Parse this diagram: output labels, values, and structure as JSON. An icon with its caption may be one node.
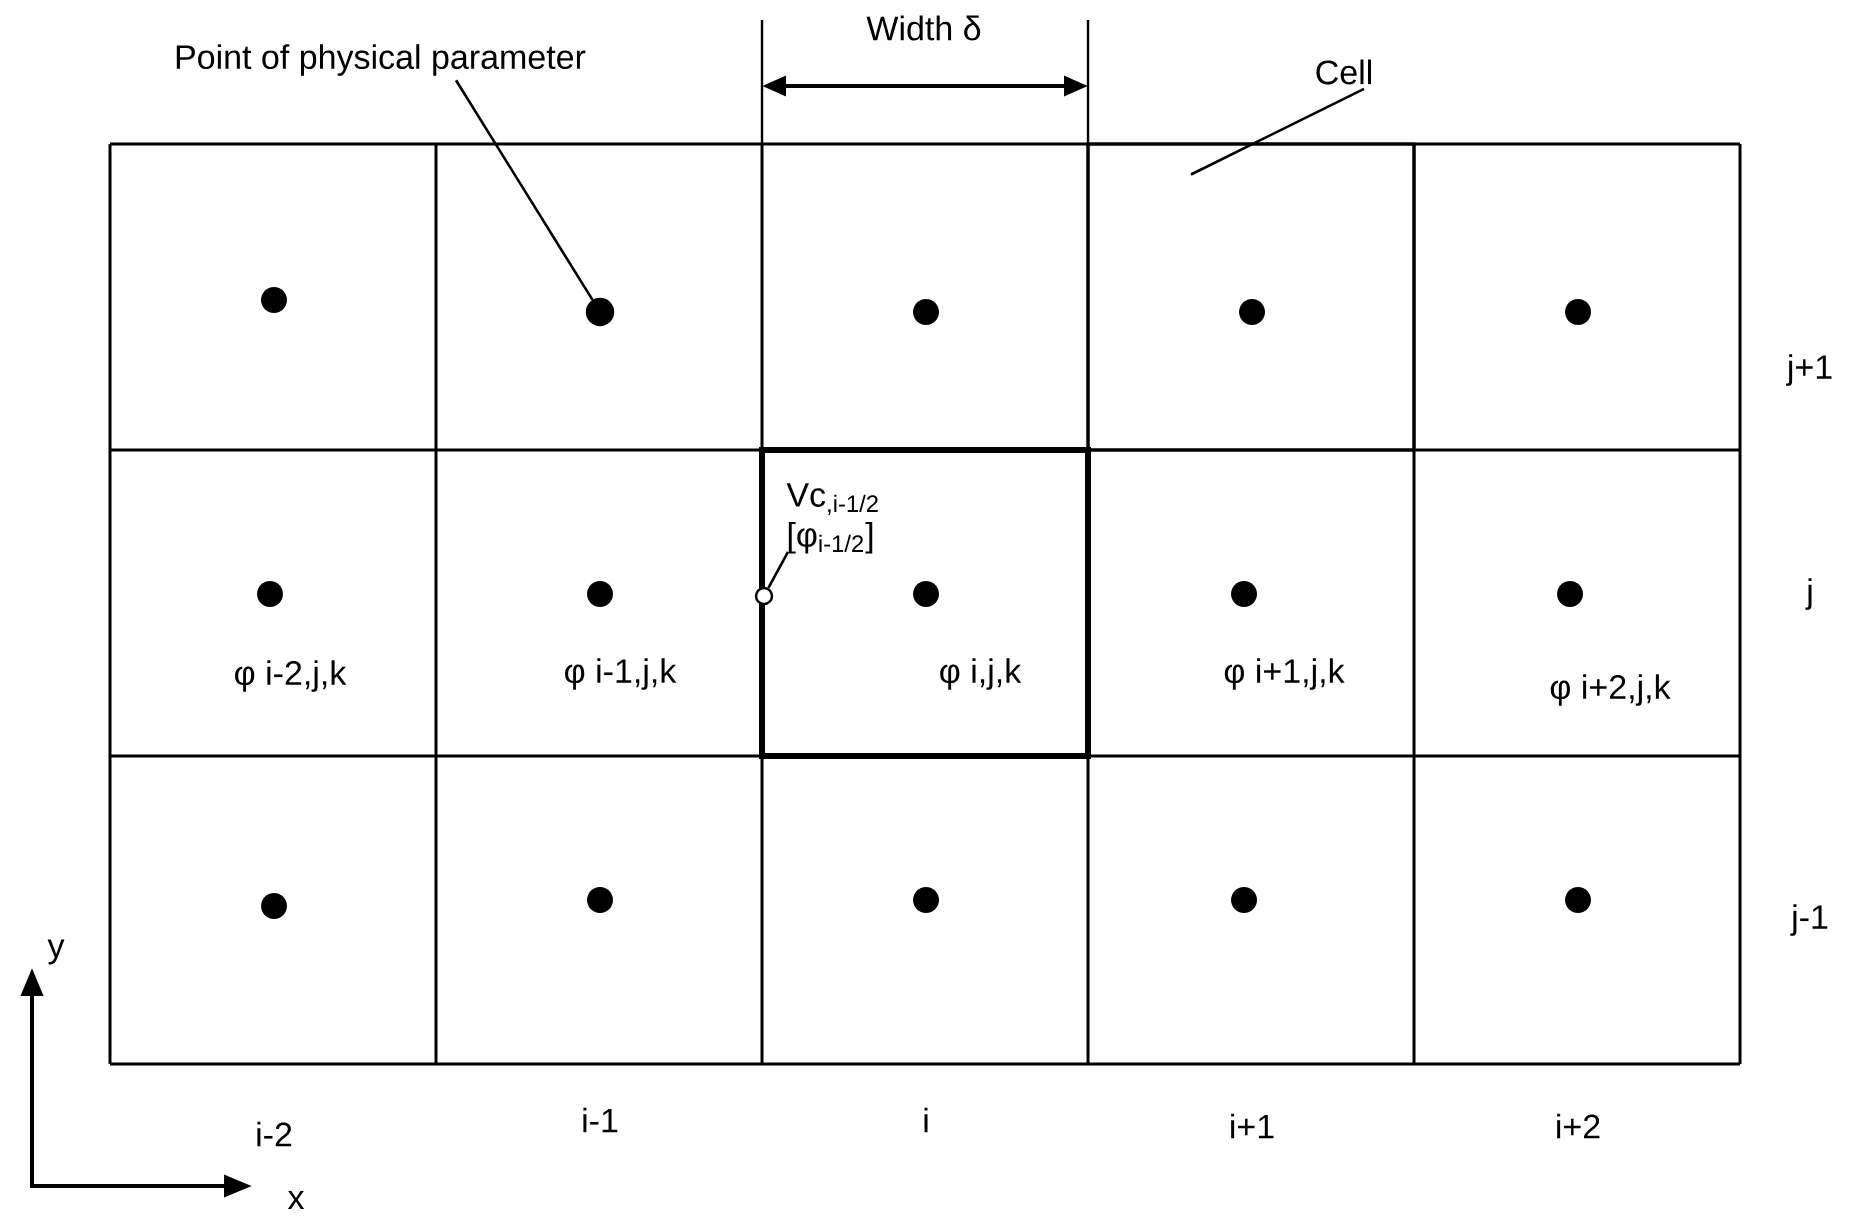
{
  "diagram": {
    "nodes": [
      {
        "text": [
          "Point of physical parameter"
        ]
      },
      {
        "text": [],
        "shape": "circle"
      },
      {
        "text": [
          "Cell"
        ]
      },
      {
        "text": [],
        "shape": "box"
      },
      {
        "text": [
          "Vc$_{,i-1/2}$ [φ$_{i-1/2}$]"
        ]
      },
      {
        "text": [],
        "shape": "circle"
      }
    ],
    "edges": [
      {
        "from": 0,
        "to": 1,
        "arrow": "none"
      },
      {
        "from": 2,
        "to": 3,
        "arrow": "none"
      },
      {
        "from": 4,
        "to": 5,
        "arrow": "none"
      }
    ],
    "labels": [
      "Width δ",
      "φ i-2,j,k",
      "φ i-1,j,k",
      "φ i,j,k",
      "φ i+1,j,k",
      "φ i+2,j,k",
      "i-2",
      "i-1",
      "i",
      "i+1",
      "i+2",
      "j+1",
      "j",
      "j-1",
      "y",
      "x"
    ]
  }
}
